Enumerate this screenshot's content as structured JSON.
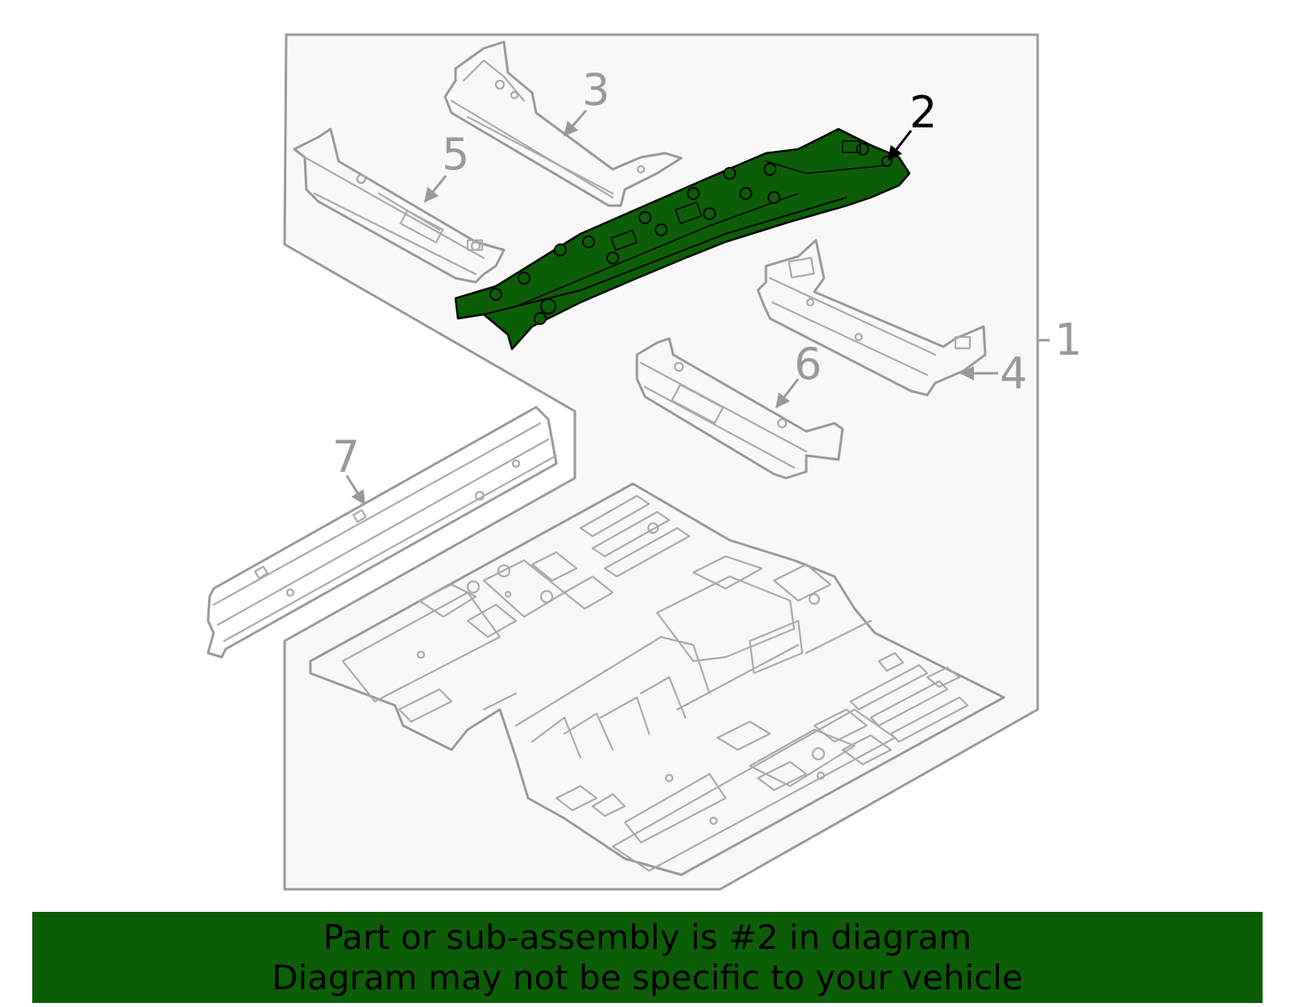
{
  "diagram": {
    "parts": [
      {
        "number": "1"
      },
      {
        "number": "2",
        "highlighted": true
      },
      {
        "number": "3"
      },
      {
        "number": "4"
      },
      {
        "number": "5"
      },
      {
        "number": "6"
      },
      {
        "number": "7"
      }
    ],
    "highlight_color": "#0b5e05",
    "line_color": "#999999",
    "panel_color": "#f8f8f8"
  },
  "banner": {
    "line1": "Part or sub-assembly is #2 in diagram",
    "line2": "Diagram may not be specific to your vehicle",
    "background": "#0b5e05"
  }
}
